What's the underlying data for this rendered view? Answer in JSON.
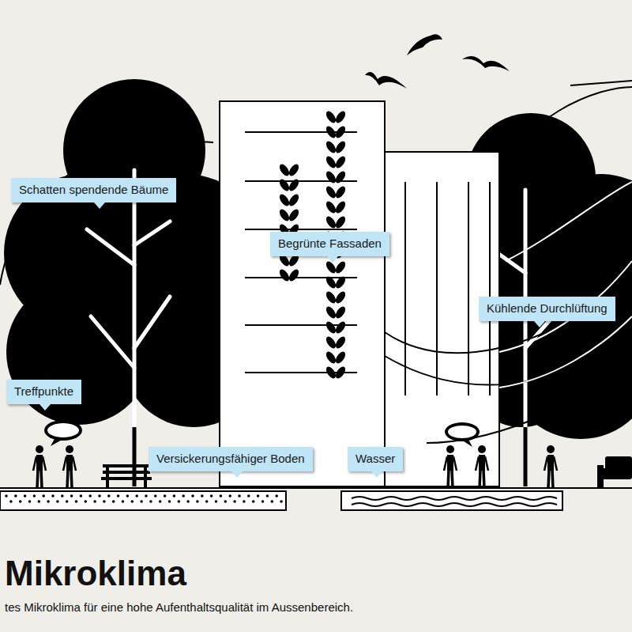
{
  "diagram": {
    "title": "Mikroklima",
    "caption": "tes Mikroklima für eine hohe Aufenthaltsqualität im Aussenbereich.",
    "nodes": [
      {
        "text": [
          "Schatten spendende Bäume"
        ]
      },
      {
        "text": [
          "Begrünte Fassaden"
        ]
      },
      {
        "text": [
          "Kühlende Durchlüftung"
        ]
      },
      {
        "text": [
          "Treffpunkte"
        ]
      },
      {
        "text": [
          "Versickerungsfähiger Boden"
        ]
      },
      {
        "text": [
          "Wasser"
        ]
      }
    ]
  }
}
